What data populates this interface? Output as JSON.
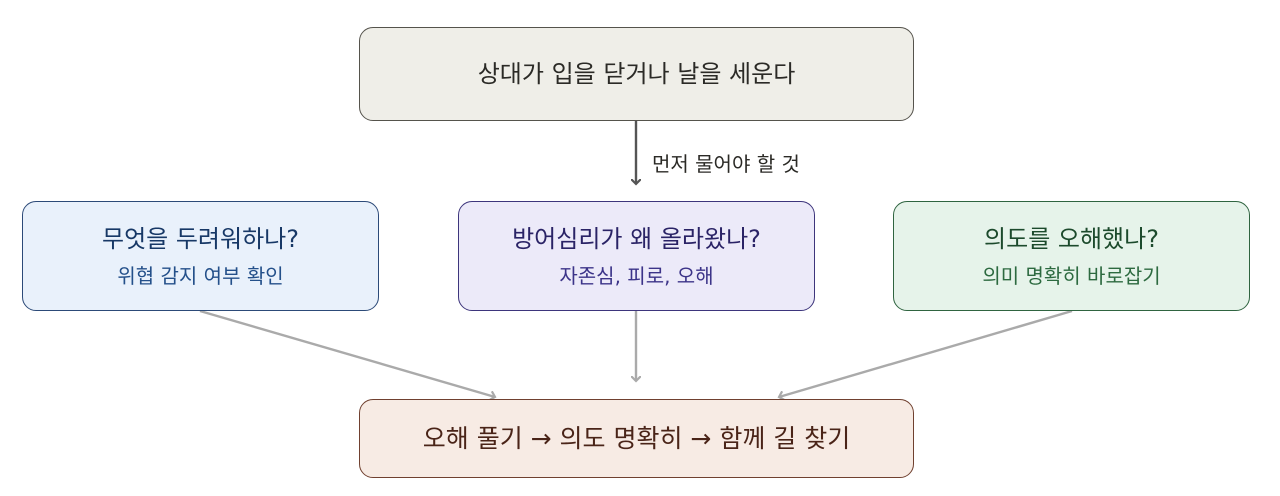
{
  "nodes": {
    "top": {
      "title": "상대가 입을 닫거나 날을 세운다"
    },
    "left": {
      "title": "무엇을 두려워하나?",
      "sub": "위협 감지 여부 확인"
    },
    "middle": {
      "title": "방어심리가 왜 올라왔나?",
      "sub": "자존심, 피로, 오해"
    },
    "right": {
      "title": "의도를 오해했나?",
      "sub": "의미 명확히 바로잡기"
    },
    "bottom": {
      "title": "오해 풀기 → 의도 명확히 → 함께 길 찾기"
    }
  },
  "edges": {
    "top_label": "먼저 물어야 할 것"
  },
  "colors": {
    "top_fill": "#efeee8",
    "left_fill": "#e9f1fb",
    "middle_fill": "#eceaf9",
    "right_fill": "#e6f3ea",
    "bottom_fill": "#f7ebe4",
    "arrow_dark": "#555555",
    "arrow_light": "#aaaaaa"
  }
}
